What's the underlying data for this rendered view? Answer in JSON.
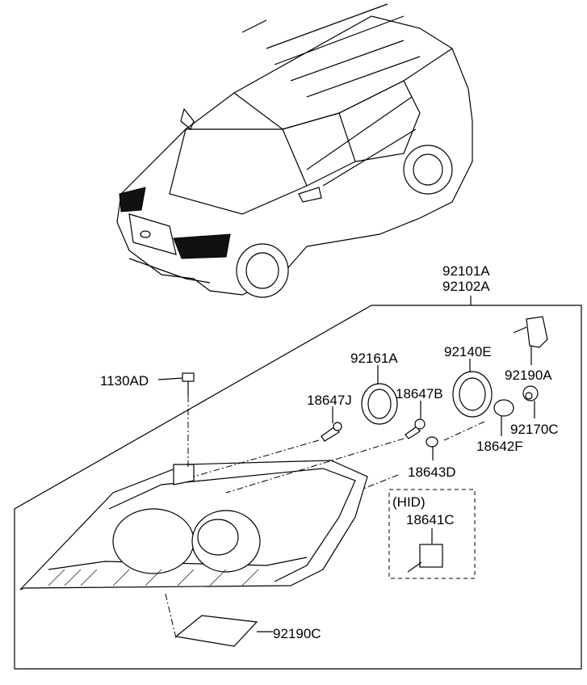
{
  "diagram": {
    "assembly_labels": [
      "92101A",
      "92102A"
    ],
    "parts": {
      "bolt": "1130AD",
      "bulb_cover_small": "92161A",
      "bulb_cover_large": "92140E",
      "leveling_actuator": "92190A",
      "socket": "92170C",
      "bulb_h7": "18647J",
      "bulb_h1": "18647B",
      "bulb_turn": "18642F",
      "bulb_position": "18643D",
      "hid_group": "(HID)",
      "bulb_hid": "18641C",
      "ballast": "92190C"
    }
  }
}
